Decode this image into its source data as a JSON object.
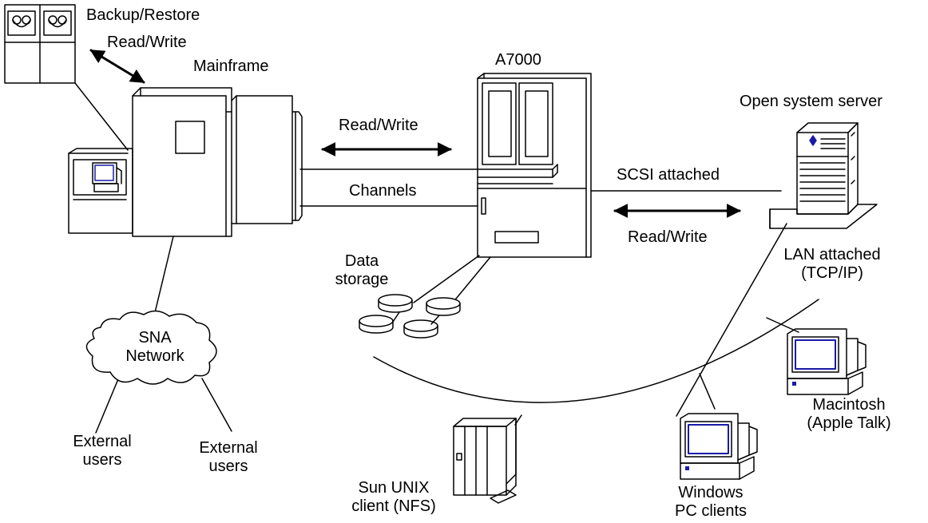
{
  "labels": {
    "backup_restore": "Backup/Restore",
    "read_write_backup": "Read/Write",
    "mainframe": "Mainframe",
    "a7000": "A7000",
    "open_system_server": "Open system server",
    "read_write_channels": "Read/Write",
    "channels": "Channels",
    "scsi_attached": "SCSI attached",
    "read_write_scsi": "Read/Write",
    "data_storage_line1": "Data",
    "data_storage_line2": "storage",
    "lan_attached_line1": "LAN attached",
    "lan_attached_line2": "(TCP/IP)",
    "sna_network_line1": "SNA",
    "sna_network_line2": "Network",
    "external_users_1_line1": "External",
    "external_users_1_line2": "users",
    "external_users_2_line1": "External",
    "external_users_2_line2": "users",
    "macintosh_line1": "Macintosh",
    "macintosh_line2": "(Apple Talk)",
    "sun_unix_line1": "Sun UNIX",
    "sun_unix_line2": "client (NFS)",
    "windows_line1": "Windows",
    "windows_line2": "PC clients"
  },
  "icons": [
    "tape-library-icon",
    "mainframe-icon",
    "a7000-storage-icon",
    "open-system-server-icon",
    "disk-icon",
    "sna-cloud-icon",
    "sun-unix-tower-icon",
    "windows-pc-icon",
    "macintosh-icon"
  ],
  "colors": {
    "line": "#000000",
    "background": "#ffffff",
    "screen_accent": "#1a1aa8"
  }
}
